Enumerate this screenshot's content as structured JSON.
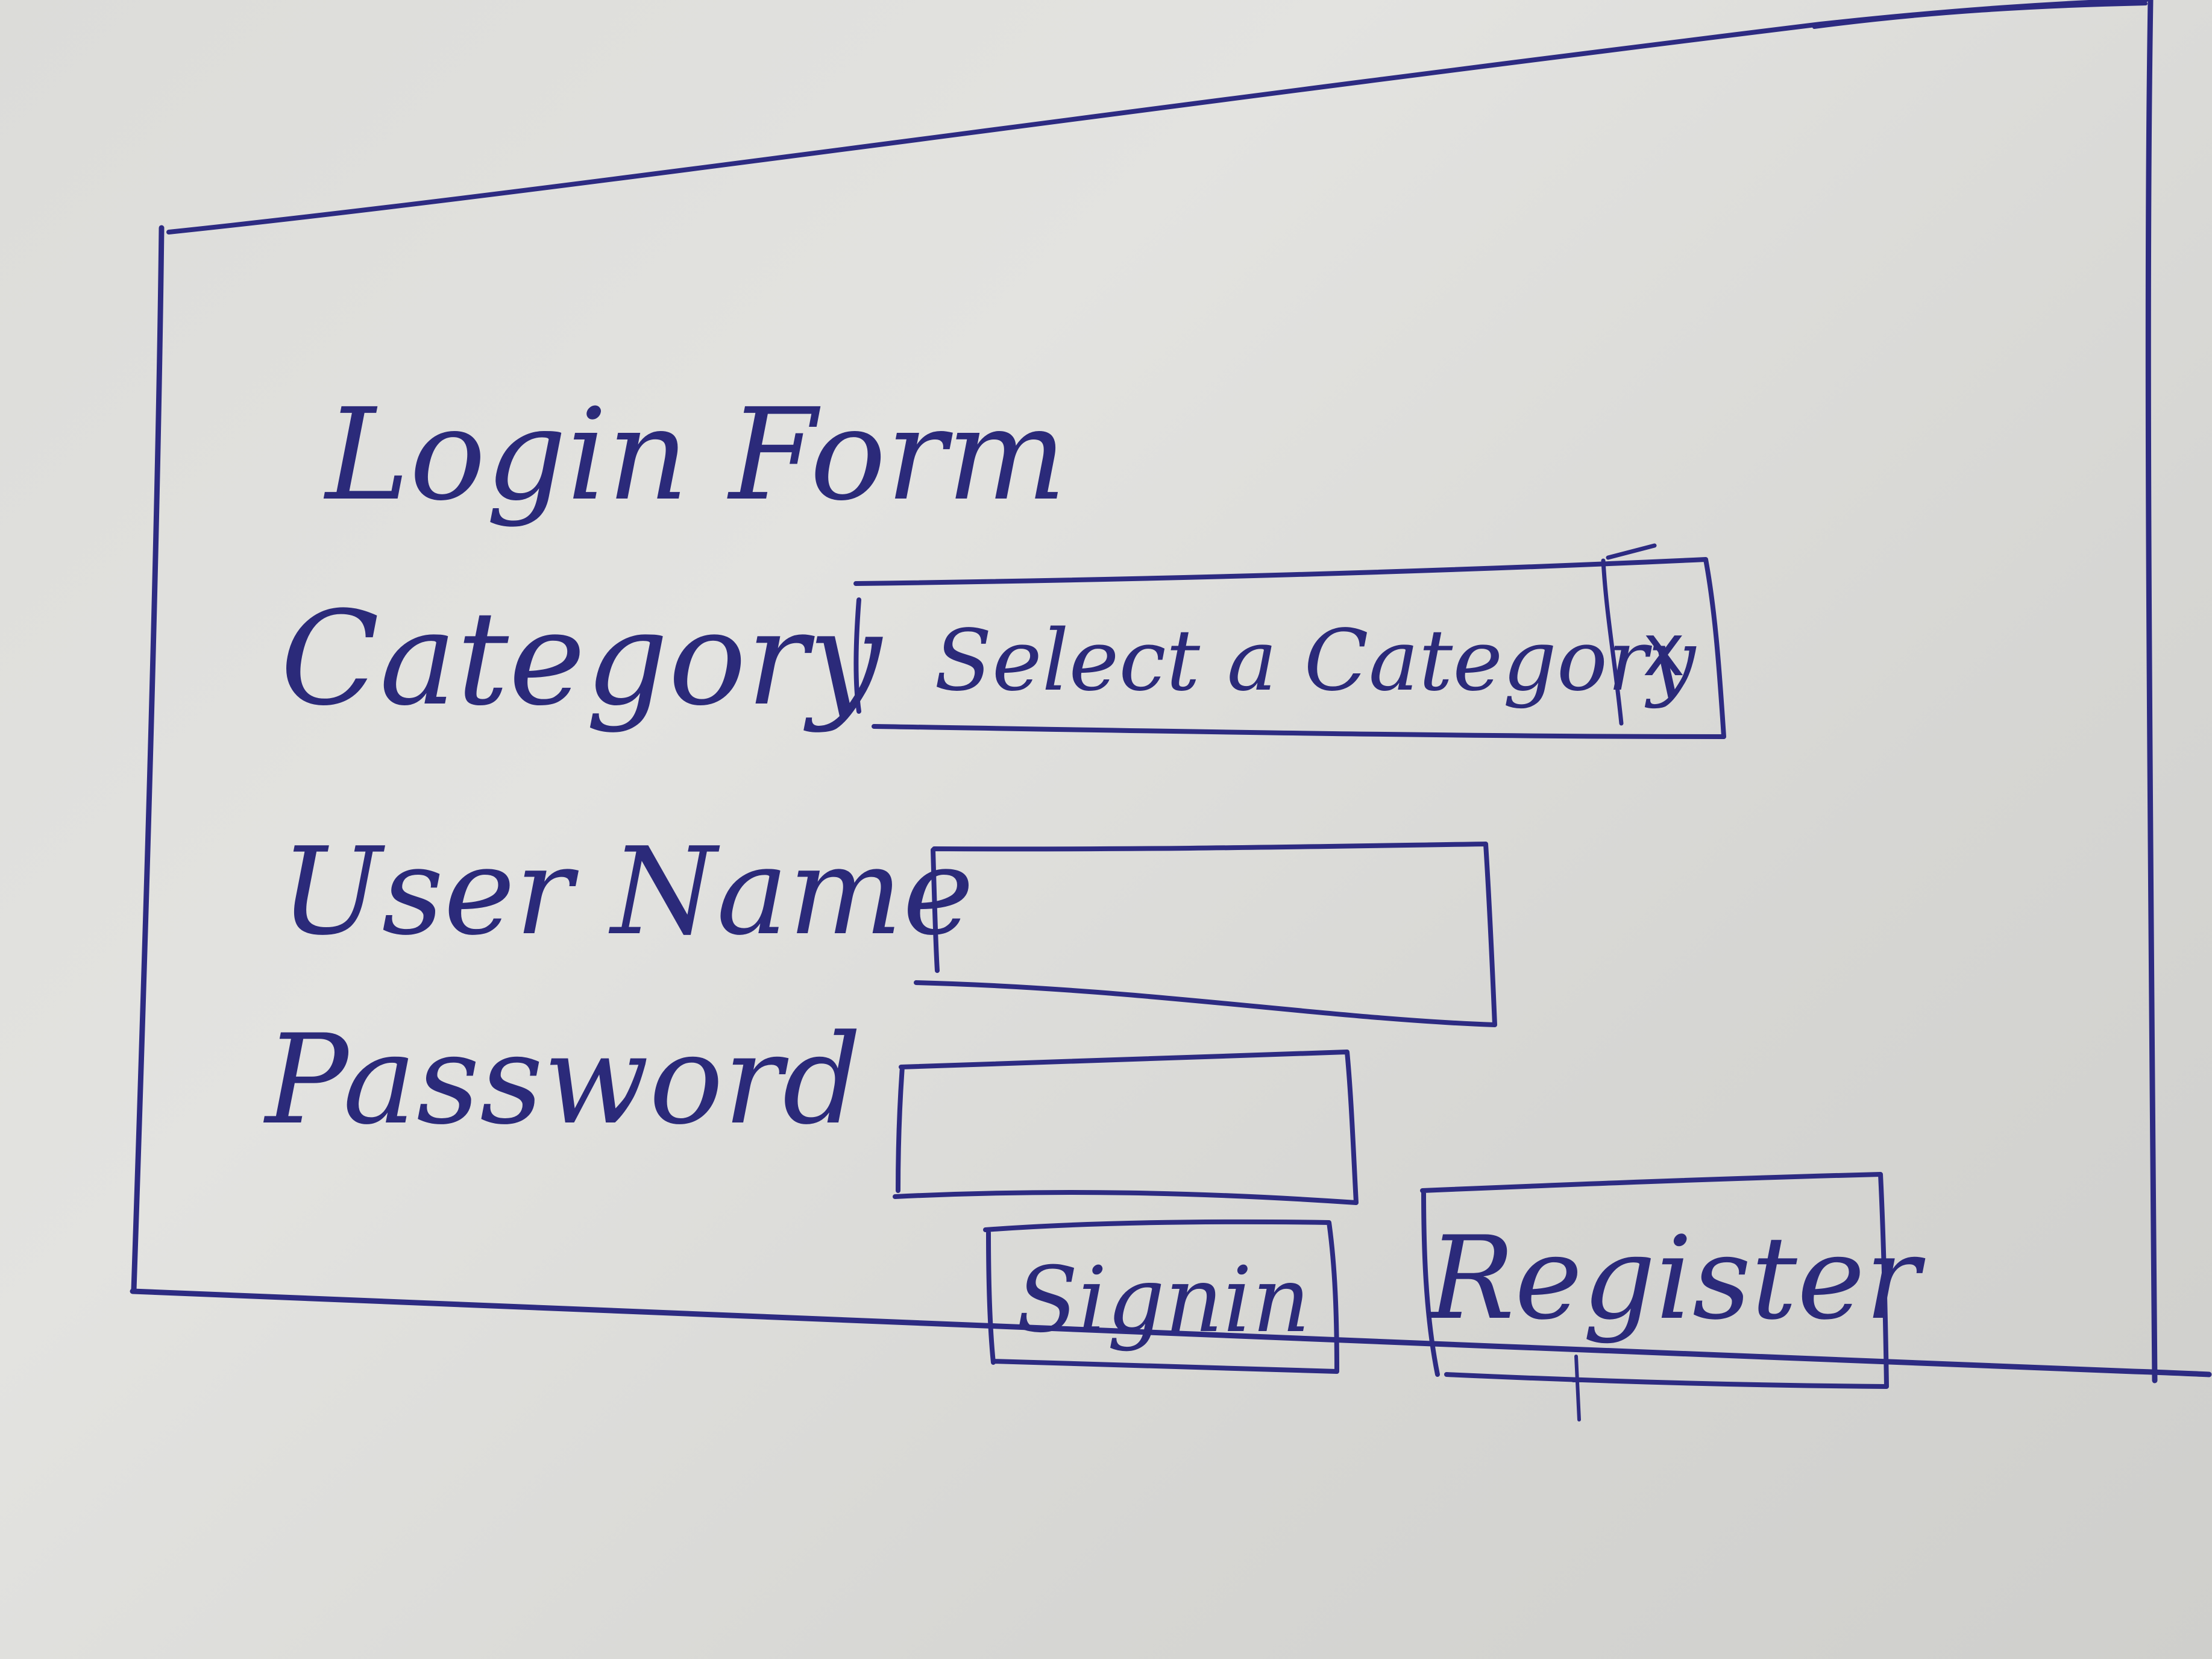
{
  "form": {
    "title": "Login Form",
    "category": {
      "label": "Category",
      "value": "Select a Category",
      "toggle_glyph": "x"
    },
    "username": {
      "label": "User Name",
      "value": ""
    },
    "password": {
      "label": "Password",
      "value": ""
    },
    "buttons": {
      "signin": "Signin",
      "register": "Register"
    }
  },
  "colors": {
    "ink": "#2d2b82",
    "paper": "#dcdcd9"
  }
}
